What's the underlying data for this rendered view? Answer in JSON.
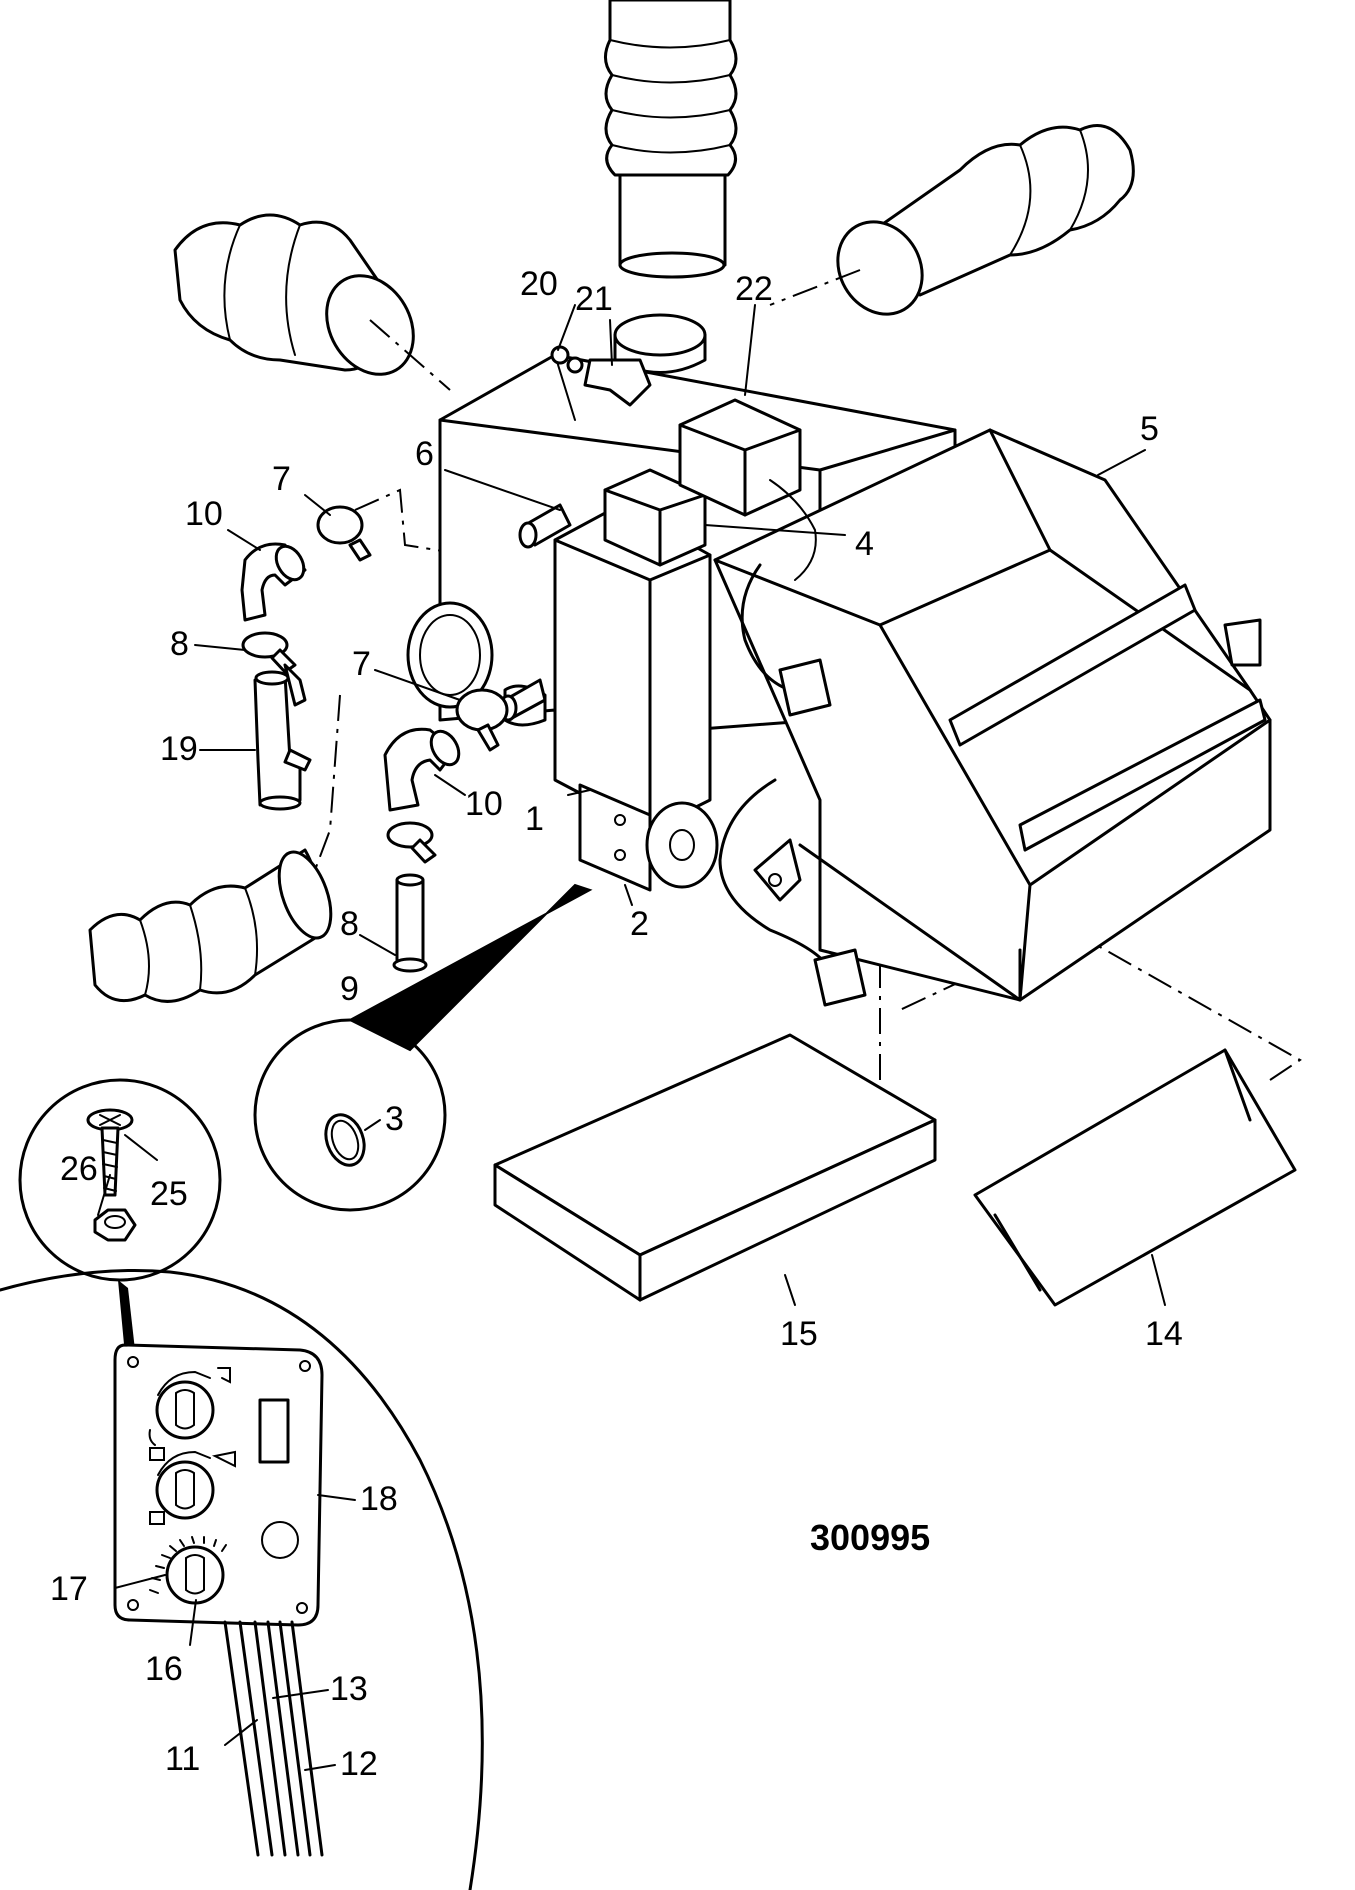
{
  "callouts": {
    "c1": "1",
    "c2": "2",
    "c3": "3",
    "c4": "4",
    "c5": "5",
    "c6": "6",
    "c7a": "7",
    "c7b": "7",
    "c8a": "8",
    "c8b": "8",
    "c9": "9",
    "c10a": "10",
    "c10b": "10",
    "c11": "11",
    "c12": "12",
    "c13": "13",
    "c14": "14",
    "c15": "15",
    "c16": "16",
    "c17": "17",
    "c18": "18",
    "c19": "19",
    "c20": "20",
    "c21": "21",
    "c22": "22",
    "c25": "25",
    "c26": "26"
  },
  "drawing_reference": "300995",
  "icons": [
    "heater-unit",
    "duct-hose",
    "filter-pad",
    "control-panel",
    "screw",
    "nut",
    "seal-ring",
    "hose-clamp",
    "elbow-hose",
    "valve",
    "connector-plug"
  ]
}
